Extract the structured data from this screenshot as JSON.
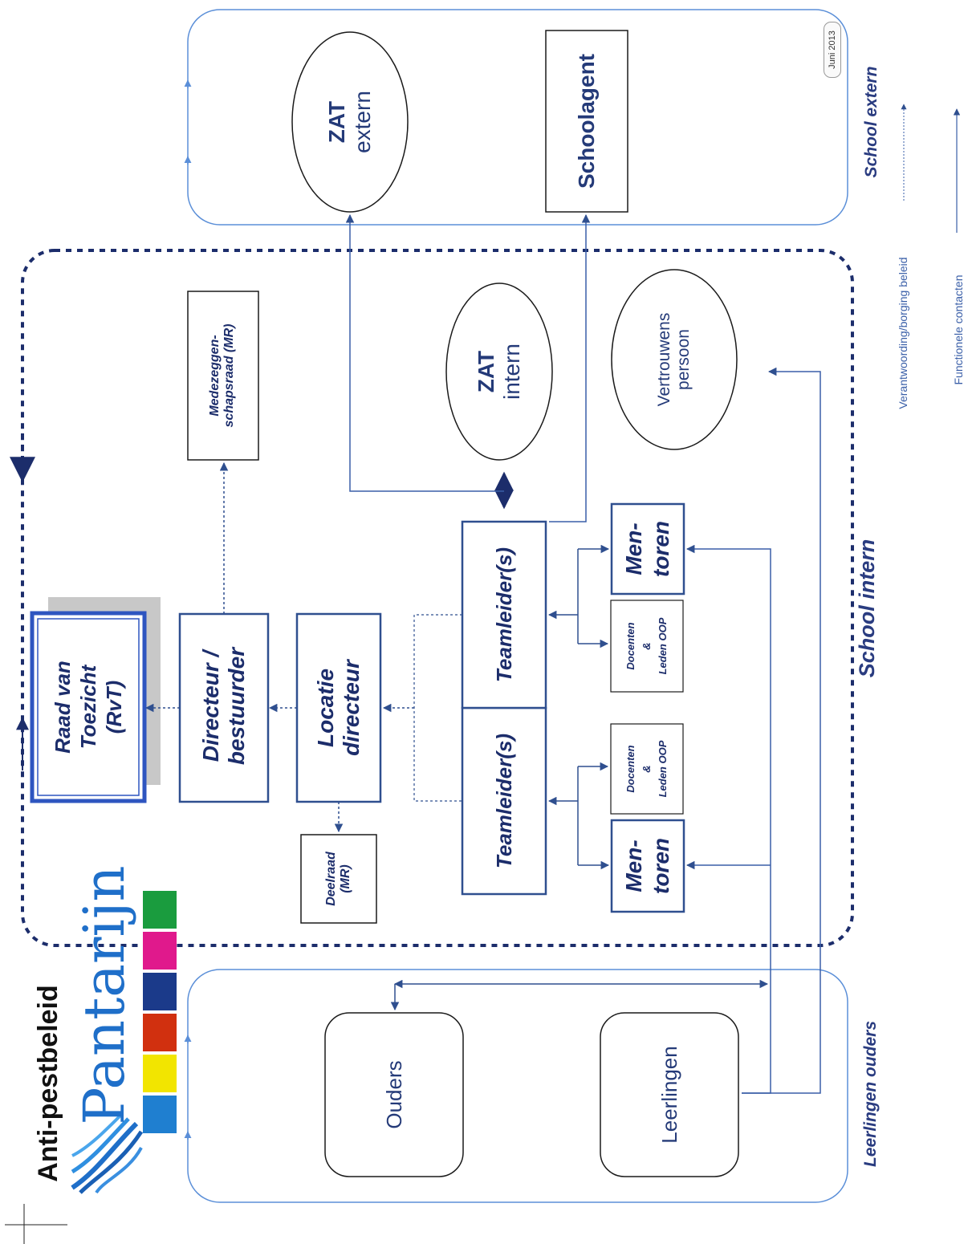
{
  "header": {
    "title": "Anti-pestbeleid",
    "brand": "Pantarijn",
    "date": "Juni 2013"
  },
  "bands": {
    "school_extern": "School extern",
    "school_intern": "School intern",
    "leerlingen_ouders": "Leerlingen ouders"
  },
  "legend": {
    "policy": "Verantwoording/borging beleid",
    "functional": "Functionele contacten"
  },
  "nodes": {
    "zat_extern": [
      "ZAT",
      "extern"
    ],
    "schoolagent": "Schoolagent",
    "zat_intern": [
      "ZAT",
      "intern"
    ],
    "vertrouwenspersoon": [
      "Vertrouwens",
      "persoon"
    ],
    "mr": [
      "Medezeggen-",
      "schapsraad (MR)"
    ],
    "rvt": [
      "Raad van",
      "Toezicht",
      "(RvT)"
    ],
    "directeur": [
      "Directeur /",
      "bestuurder"
    ],
    "locatie": [
      "Locatie",
      "directeur"
    ],
    "deelraad": [
      "Deelraad",
      "(MR)"
    ],
    "teamleider": "Teamleider(s)",
    "docenten": [
      "Docenten",
      "&",
      "Leden OOP"
    ],
    "mentoren": [
      "Men-",
      "toren"
    ],
    "ouders": "Ouders",
    "leerlingen": "Leerlingen"
  },
  "brand_colors": [
    "#1a9c3e",
    "#e0198c",
    "#1b3a8a",
    "#d1300f",
    "#f2e500",
    "#1f7fd0"
  ],
  "colors": {
    "navy": "#1c2d6b",
    "line": "#3a5fa8",
    "light_line": "#5b8fd8"
  }
}
